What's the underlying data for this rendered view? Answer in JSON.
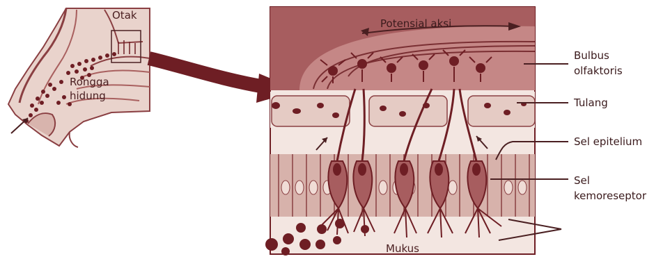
{
  "labels": {
    "otak": "Otak",
    "rongga_hidung_1": "Rongga",
    "rongga_hidung_2": "hidung",
    "potensial_aksi": "Potensial aksi",
    "bulbus_1": "Bulbus",
    "bulbus_2": "olfaktoris",
    "tulang": "Tulang",
    "sel_epitelium": "Sel epitelium",
    "sel_kemo_1": "Sel",
    "sel_kemo_2": "kemoreseptor",
    "mukus": "Mukus"
  },
  "colors": {
    "dark": "#6e1e24",
    "mid": "#9a4a4c",
    "light": "#d9b3ac",
    "pale": "#efdcd6",
    "line": "#4a1f21"
  }
}
